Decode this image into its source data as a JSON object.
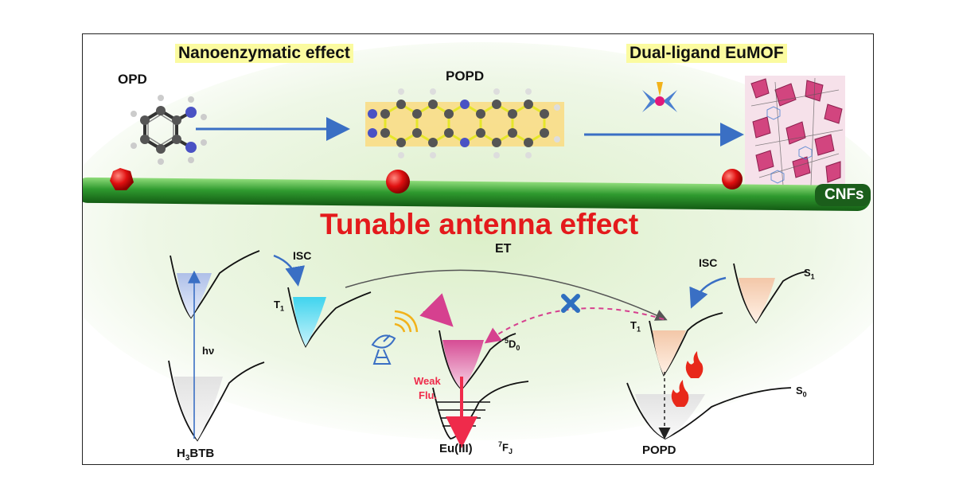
{
  "top": {
    "nanoenzymatic_label": "Nanoenzymatic effect",
    "dual_ligand_label": "Dual-ligand EuMOF",
    "opd_label": "OPD",
    "popd_top_label": "POPD",
    "cnf_label": "CNFs"
  },
  "title": "Tunable antenna effect",
  "energy": {
    "isc_left": "ISC",
    "isc_right": "ISC",
    "et": "ET",
    "t1_left": "T",
    "t1_left_sub": "1",
    "t1_right": "T",
    "t1_right_sub": "1",
    "s1": "S",
    "s1_sub": "1",
    "s0": "S",
    "s0_sub": "0",
    "hv": "hν",
    "d0_sup": "5",
    "d0": "D",
    "d0_sub": "0",
    "fj_sup": "7",
    "fj": "F",
    "fj_sub": "J",
    "weak_flu_1": "Weak",
    "weak_flu_2": "Flu.",
    "h3btb_pre": "H",
    "h3btb_sub": "3",
    "h3btb_post": "BTB",
    "eu": "Eu(III)",
    "popd_bottom": "POPD"
  },
  "colors": {
    "cnf_green": "#3fae3f",
    "title_red": "#e41a1c",
    "arrow_blue": "#3a6fc4",
    "dashed_pink": "#d6408f",
    "cross_blue": "#2f6fc0",
    "label_highlight": "#fbfba0"
  },
  "icons": [
    "opd-molecule-icon",
    "popd-molecule-icon",
    "ligand-icon",
    "eumof-crystal-icon",
    "satellite-dish-icon",
    "flame-icon",
    "cross-icon",
    "red-sphere-icon"
  ]
}
